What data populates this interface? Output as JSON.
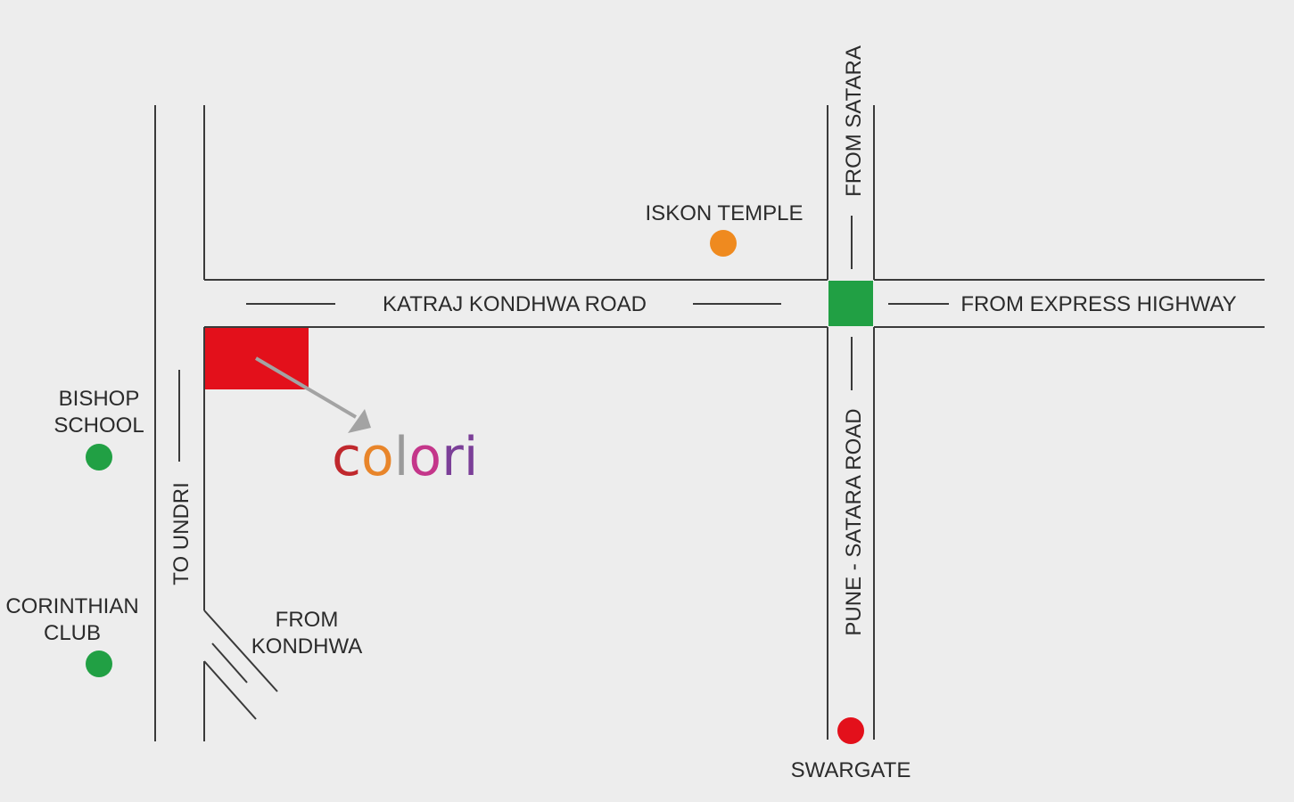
{
  "roads": {
    "katraj_kondhwa": "KATRAJ KONDHWA ROAD",
    "from_express": "FROM EXPRESS HIGHWAY",
    "from_satara": "FROM SATARA",
    "pune_satara": "PUNE - SATARA ROAD",
    "to_undri": "TO UNDRI",
    "from_kondhwa_line1": "FROM",
    "from_kondhwa_line2": "KONDHWA"
  },
  "landmarks": {
    "iskon": "ISKON TEMPLE",
    "bishop_line1": "BISHOP",
    "bishop_line2": "SCHOOL",
    "corinthian_line1": "CORINTHIAN",
    "corinthian_line2": "CLUB",
    "swargate": "SWARGATE"
  },
  "project": {
    "logo_letters": [
      "c",
      "o",
      "l",
      "o",
      "r",
      "i"
    ],
    "logo_colors": [
      "#c0282d",
      "#e8852a",
      "#9a9a9a",
      "#c4368a",
      "#7b3f98",
      "#7b3f98"
    ]
  },
  "colors": {
    "background": "#ededed",
    "road_line": "#3a3a3a",
    "junction": "#21a044",
    "project_block": "#e3101b",
    "iskon_dot": "#ef8a1f",
    "landmark_dot": "#21a044",
    "swargate_dot": "#e3101b",
    "arrow": "#a3a3a3"
  }
}
